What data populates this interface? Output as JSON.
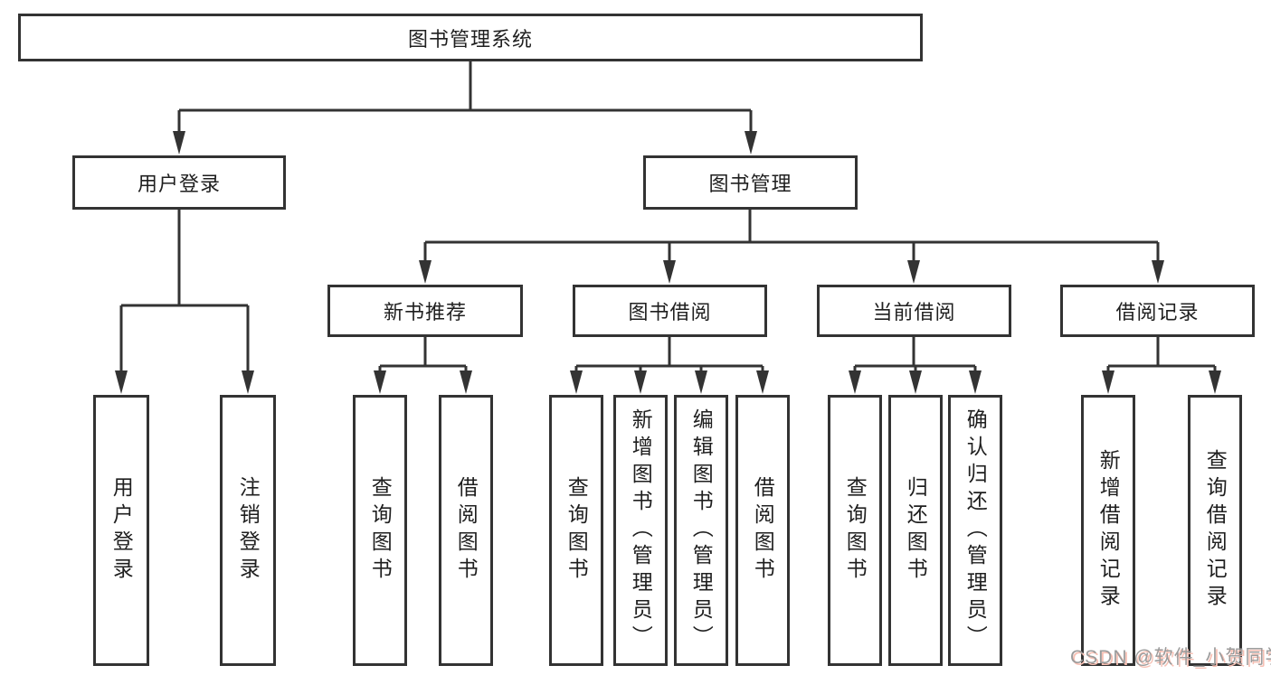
{
  "diagram": {
    "watermark": "CSDN @软件_小贺同学",
    "colors": {
      "line": "#333333",
      "text": "#1f1f1f",
      "background": "#ffffff",
      "watermark_text": "#9b9b9b",
      "watermark_glow": "#f7c0b4"
    },
    "tree": {
      "root": {
        "label": "图书管理系统",
        "children": [
          {
            "label": "用户登录",
            "children": [
              {
                "label": "用户登录"
              },
              {
                "label": "注销登录"
              }
            ]
          },
          {
            "label": "图书管理",
            "children": [
              {
                "label": "新书推荐",
                "children": [
                  {
                    "label": "查询图书"
                  },
                  {
                    "label": "借阅图书"
                  }
                ]
              },
              {
                "label": "图书借阅",
                "children": [
                  {
                    "label": "查询图书"
                  },
                  {
                    "label": "新增图书（管理员）"
                  },
                  {
                    "label": "编辑图书（管理员）"
                  },
                  {
                    "label": "借阅图书"
                  }
                ]
              },
              {
                "label": "当前借阅",
                "children": [
                  {
                    "label": "查询图书"
                  },
                  {
                    "label": "归还图书"
                  },
                  {
                    "label": "确认归还（管理员）"
                  }
                ]
              },
              {
                "label": "借阅记录",
                "children": [
                  {
                    "label": "新增借阅记录"
                  },
                  {
                    "label": "查询借阅记录"
                  }
                ]
              }
            ]
          }
        ]
      }
    }
  }
}
